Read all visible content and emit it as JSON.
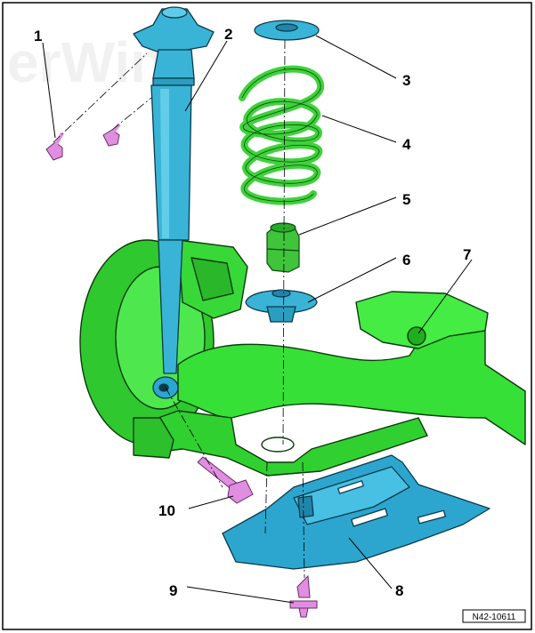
{
  "figure": {
    "watermark": "erWin",
    "reference_code": "N42-10611",
    "frame": true
  },
  "colors": {
    "shock_absorber": "#3ab4d6",
    "coil_spring": "#3fd23b",
    "axle_beam": "#33e233",
    "fasteners": "#e08ee0",
    "underbody_panel": "#2ca6cf",
    "outline": "#000000"
  },
  "parts": [
    {
      "number": "1",
      "name": "bolt-upper-left",
      "color_key": "fasteners"
    },
    {
      "number": "2",
      "name": "shock-absorber",
      "color_key": "shock_absorber"
    },
    {
      "number": "3",
      "name": "upper-spring-seat",
      "color_key": "shock_absorber"
    },
    {
      "number": "4",
      "name": "coil-spring",
      "color_key": "coil_spring"
    },
    {
      "number": "5",
      "name": "bump-stop",
      "color_key": "coil_spring"
    },
    {
      "number": "6",
      "name": "lower-spring-seat",
      "color_key": "shock_absorber"
    },
    {
      "number": "7",
      "name": "rear-axle-beam",
      "color_key": "axle_beam"
    },
    {
      "number": "8",
      "name": "underbody-panel",
      "color_key": "underbody_panel"
    },
    {
      "number": "9",
      "name": "panel-clip",
      "color_key": "fasteners"
    },
    {
      "number": "10",
      "name": "lower-mounting-bolt",
      "color_key": "fasteners"
    }
  ]
}
